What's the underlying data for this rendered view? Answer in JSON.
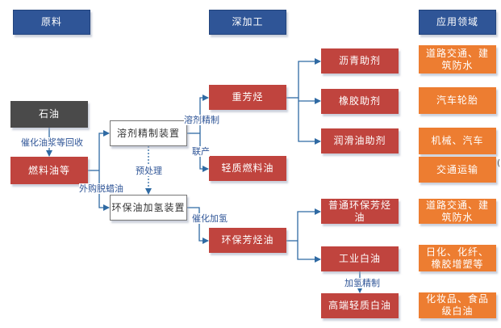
{
  "headers": {
    "raw": "原料",
    "processing": "深加工",
    "application": "应用领域"
  },
  "raw_materials": {
    "crude": "石油",
    "fuel_oil": "燃料油等"
  },
  "units": {
    "solvent_refining": "溶剂精制装置",
    "hydrogenation": "环保油加氢装置"
  },
  "products": {
    "heavy_aromatics": "重芳烃",
    "light_fuel": "轻质燃料油",
    "eco_aromatic_oil": "环保芳烃油"
  },
  "derivatives": {
    "asphalt_aid": "沥青助剂",
    "rubber_aid": "橡胶助剂",
    "lube_aid": "润滑油助剂",
    "common_eco_oil": "普通环保芳烃油",
    "industrial_white_oil": "工业白油",
    "premium_white_oil": "高端轻质白油"
  },
  "applications": [
    "道路交通、建筑防水",
    "汽车轮胎",
    "机械、汽车",
    "交通运输",
    "道路交通、建筑防水",
    "日化、化纤、橡胶增塑等",
    "化妆品、食品级白油"
  ],
  "edge_labels": {
    "catalytic_recovery": "催化油浆等回收",
    "purchased_dewaxed": "外购脱蜡油",
    "pretreatment": "预处理",
    "solvent_refine": "溶剂精制",
    "coproduct": "联产",
    "catalytic_hydro": "催化加氢",
    "hydro_refine": "加氢精制"
  },
  "side_mark": "(",
  "colors": {
    "header": "#2f5597",
    "raw": "#4a4a4a",
    "product": "#c0443e",
    "application": "#ed7d31",
    "connector": "#2f6aa3"
  }
}
